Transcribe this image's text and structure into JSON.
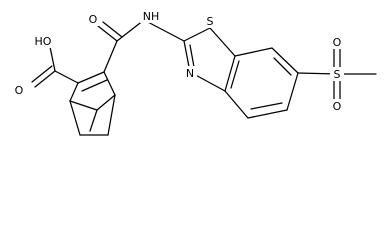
{
  "labels": {
    "acid_oh": "HO",
    "acid_o": "O",
    "amide_o": "O",
    "amide_nh": "NH",
    "thiazole_s": "S",
    "thiazole_n": "N",
    "sulfonyl_s": "S",
    "sulfonyl_o_top": "O",
    "sulfonyl_o_bottom": "O"
  }
}
